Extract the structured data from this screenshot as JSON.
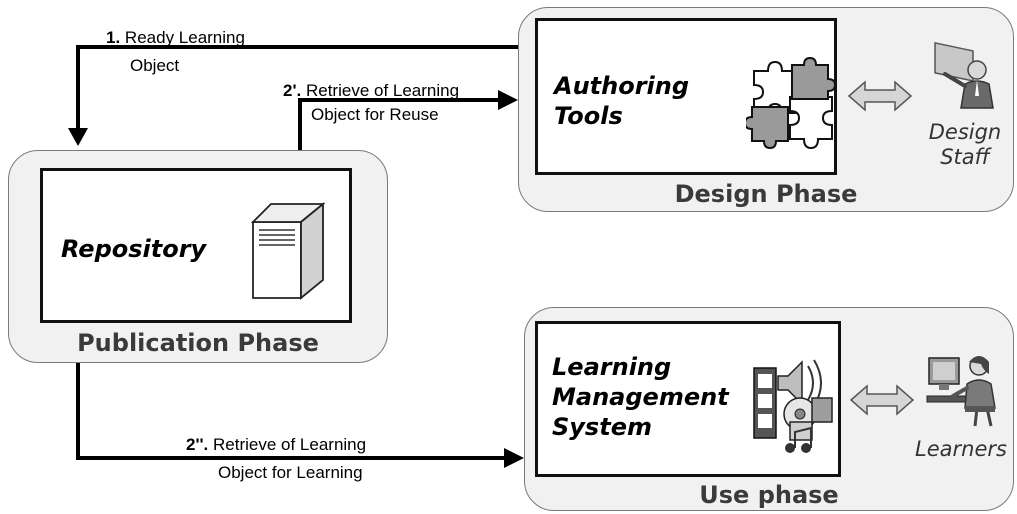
{
  "design_phase": {
    "title": "Design Phase",
    "box_line1": "Authoring",
    "box_line2": "Tools",
    "icon": "puzzle-pieces-icon",
    "actor_line1": "Design",
    "actor_line2": "Staff",
    "actor_icon": "presenter-person-icon"
  },
  "publication_phase": {
    "title": "Publication Phase",
    "box_label": "Repository",
    "icon": "server-tower-icon"
  },
  "use_phase": {
    "title": "Use phase",
    "box_line1": "Learning",
    "box_line2": "Management",
    "box_line3": "System",
    "icon": "multimedia-icon",
    "actor_label": "Learners",
    "actor_icon": "person-at-computer-icon"
  },
  "flows": {
    "f1_num": "1.",
    "f1_line1": "Ready Learning",
    "f1_line2": "Object",
    "f2_num": "2'.",
    "f2_line1": "Retrieve of Learning",
    "f2_line2": "Object for Reuse",
    "f3_num": "2''.",
    "f3_line1": "Retrieve of Learning",
    "f3_line2": "Object for Learning"
  },
  "colors": {
    "phase_fill": "#f1f1f1",
    "phase_border": "#7a7a7a",
    "arrow": "#000000",
    "double_arrow": "#cfcfcf"
  }
}
